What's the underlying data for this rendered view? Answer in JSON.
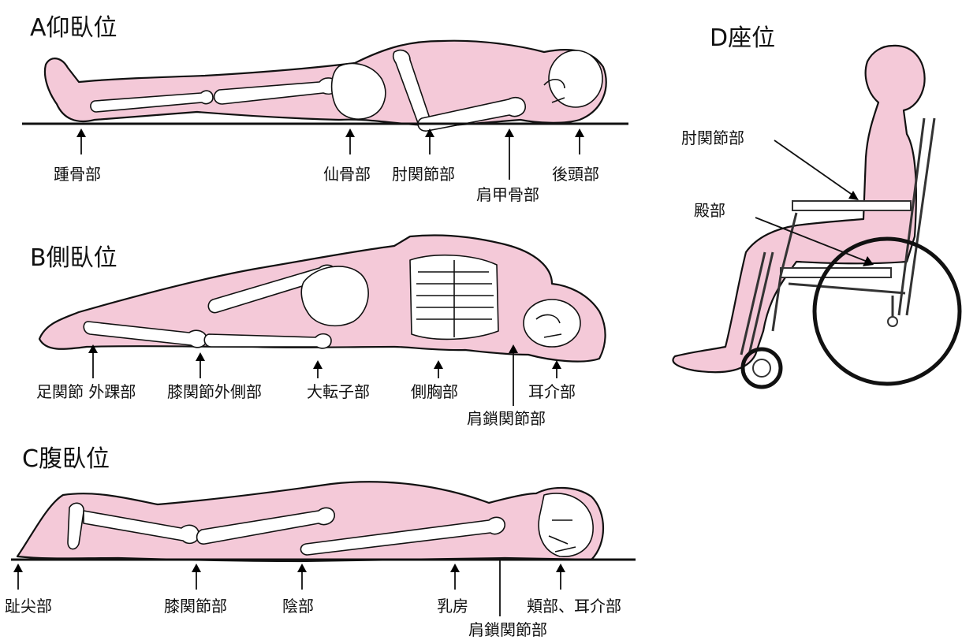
{
  "panels": {
    "supine": {
      "title": "A仰臥位",
      "labels": [
        "踵骨部",
        "仙骨部",
        "肘関節部",
        "肩甲骨部",
        "後頭部"
      ]
    },
    "lateral": {
      "title": "B側臥位",
      "labels": [
        "足関節 外踝部",
        "膝関節外側部",
        "大転子部",
        "側胸部",
        "耳介部",
        "肩鎖関節部"
      ]
    },
    "prone": {
      "title": "C腹臥位",
      "labels": [
        "趾尖部",
        "膝関節部",
        "陰部",
        "乳房",
        "頬部、耳介部",
        "肩鎖関節部"
      ]
    },
    "sitting": {
      "title": "D座位",
      "labels": [
        "肘関節部",
        "殿部"
      ]
    }
  },
  "colors": {
    "skin": "#f4c9d8",
    "bone": "#ffffff",
    "outline": "#111111"
  }
}
